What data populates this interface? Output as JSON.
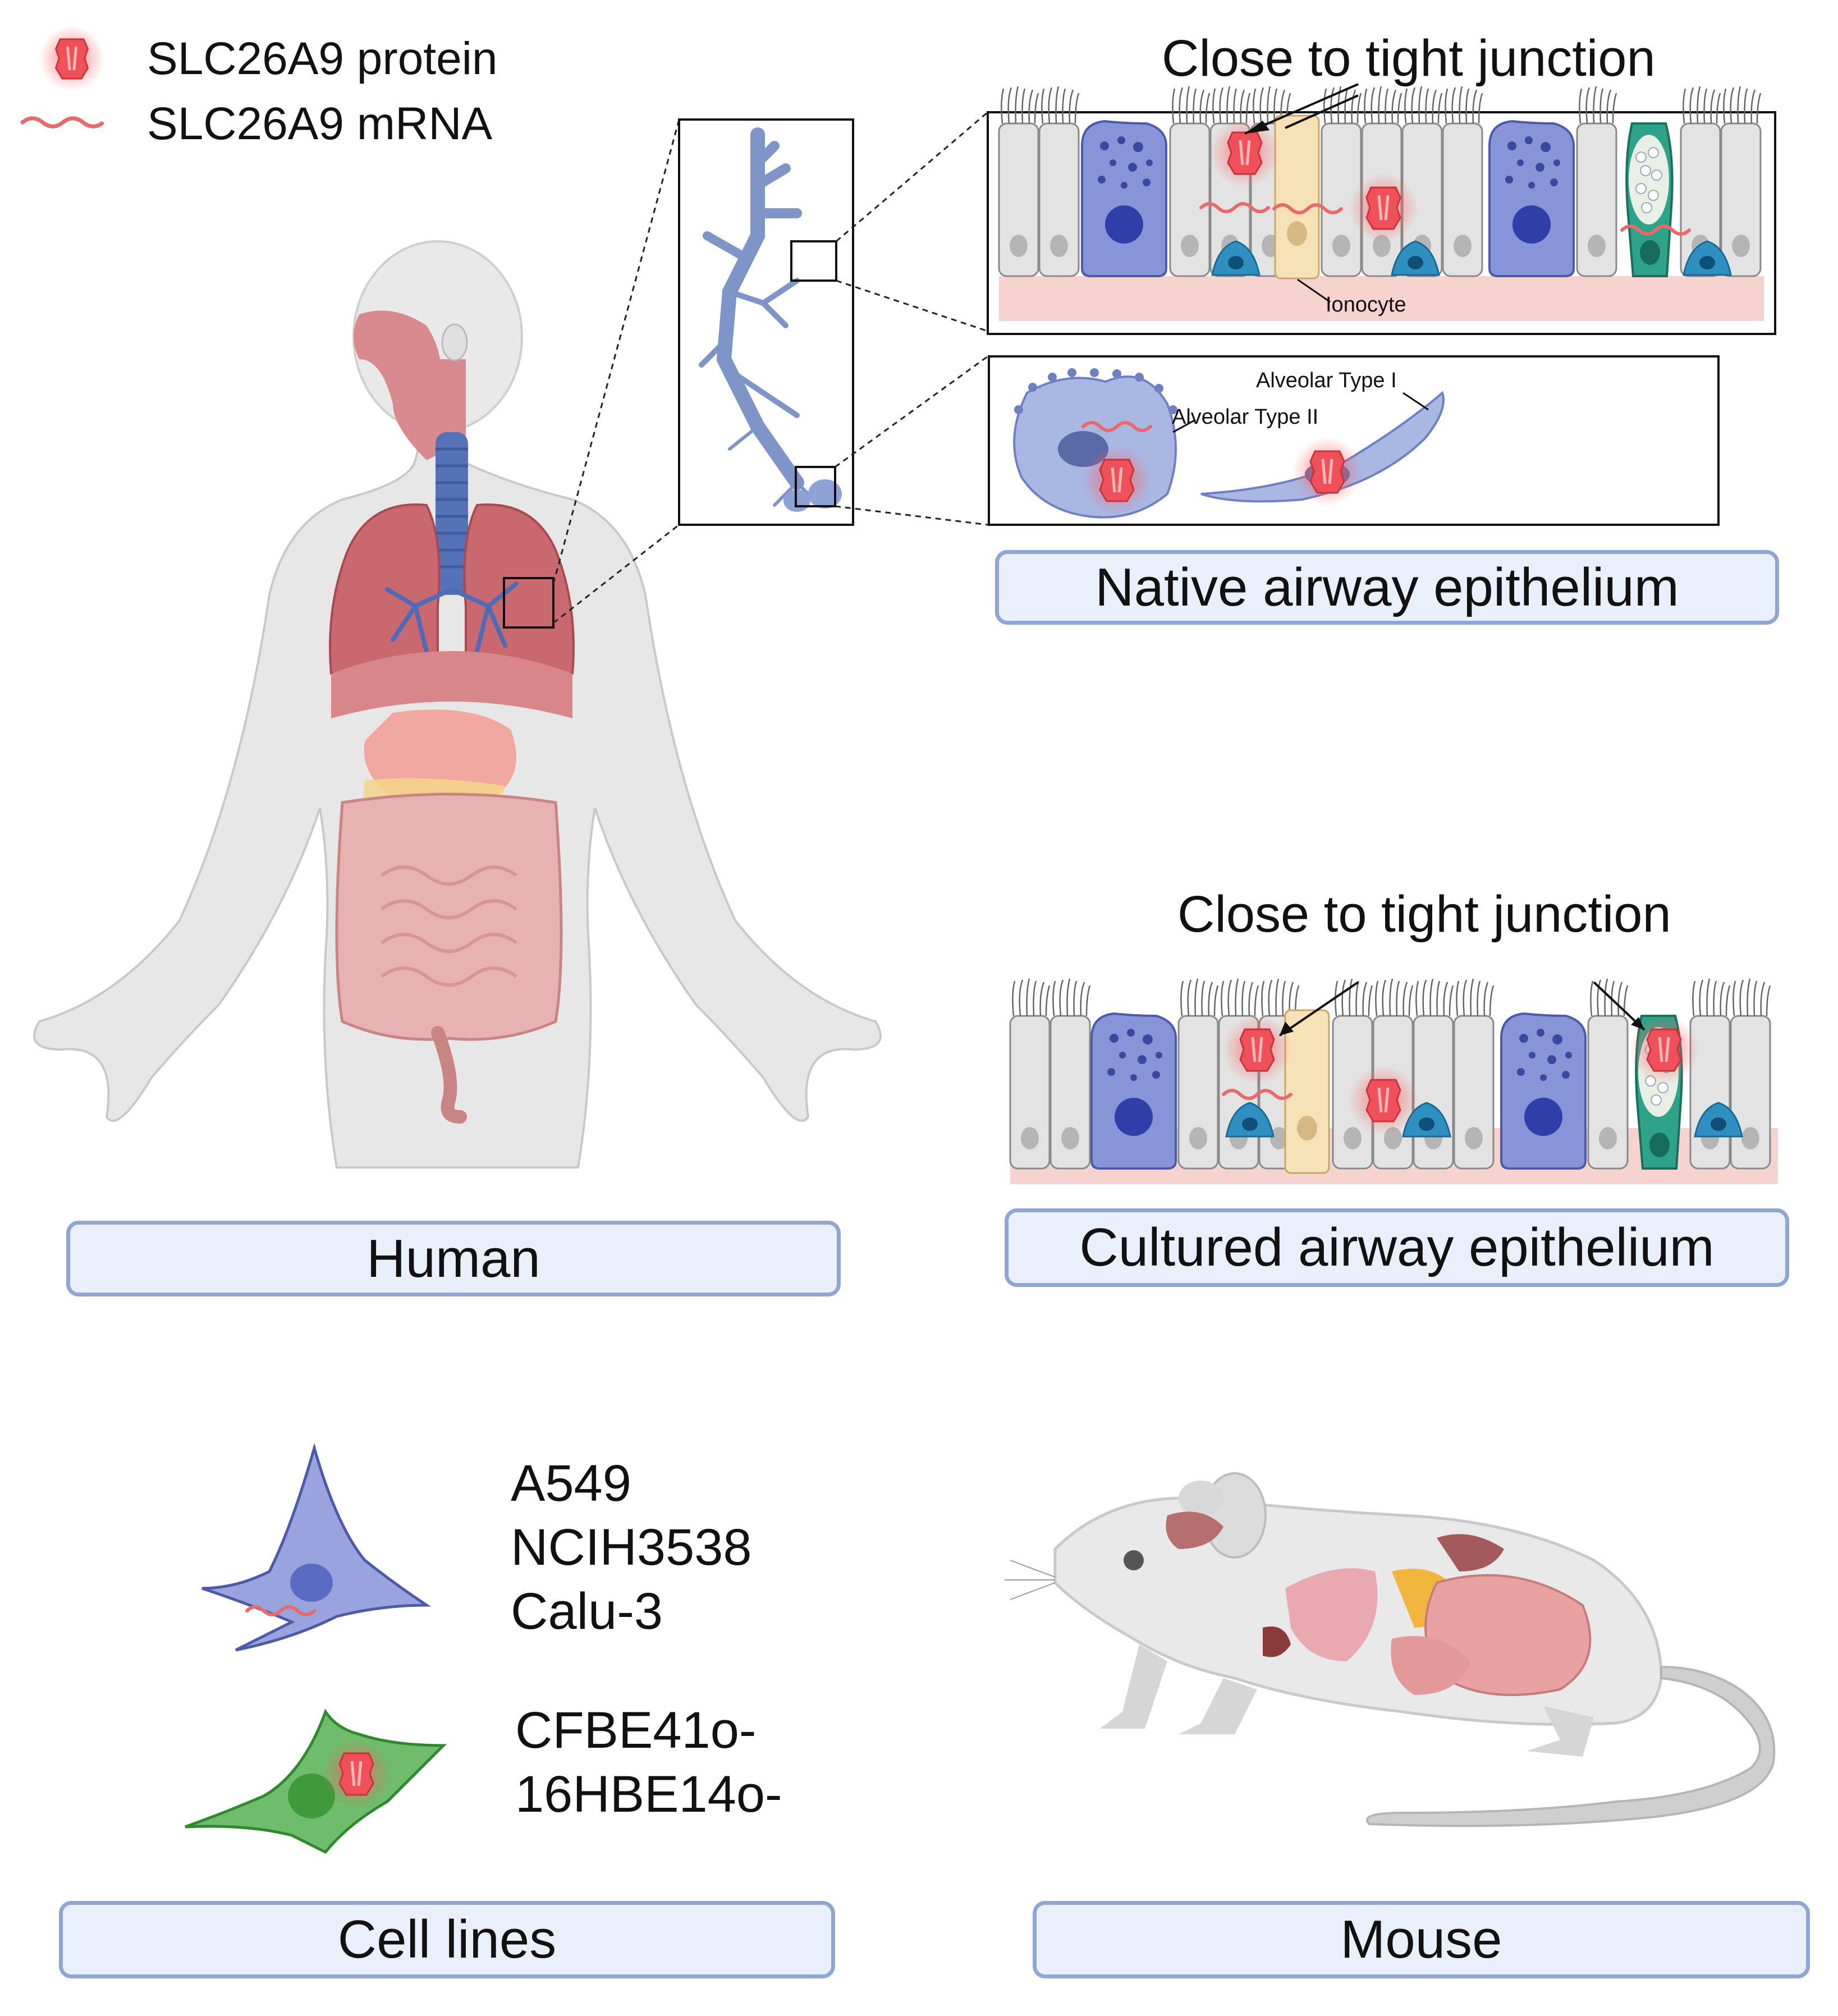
{
  "legend": {
    "protein_label": "SLC26A9 protein",
    "mrna_label": "SLC26A9 mRNA"
  },
  "native_panel": {
    "tight_junction_label": "Close to tight junction",
    "ionocyte_label": "Ionocyte",
    "alveolar_type_1_label": "Alveolar Type I",
    "alveolar_type_2_label": "Alveolar Type II"
  },
  "cultured_panel": {
    "tight_junction_label": "Close to tight junction"
  },
  "section_labels": {
    "native": "Native airway epithelium",
    "human": "Human",
    "cultured": "Cultured airway epithelium",
    "cell_lines": "Cell lines",
    "mouse": "Mouse"
  },
  "cell_lines": {
    "group_1": [
      "A549",
      "NCIH3538",
      "Calu-3"
    ],
    "group_2": [
      "CFBE41o-",
      "16HBE14o-"
    ]
  },
  "colors": {
    "protein": "#f0505a",
    "mrna": "#e86a6a",
    "box_fill": "#e9f0fb",
    "box_border": "#8fa6d2",
    "basement": "#f6d3cf",
    "ciliated_cell": "#e3e3e3",
    "goblet_cell": "#8794d8",
    "basal_cell": "#2e8fc0",
    "ionocyte": "#f7e2b8",
    "secretory_cell": "#2fa38a"
  }
}
